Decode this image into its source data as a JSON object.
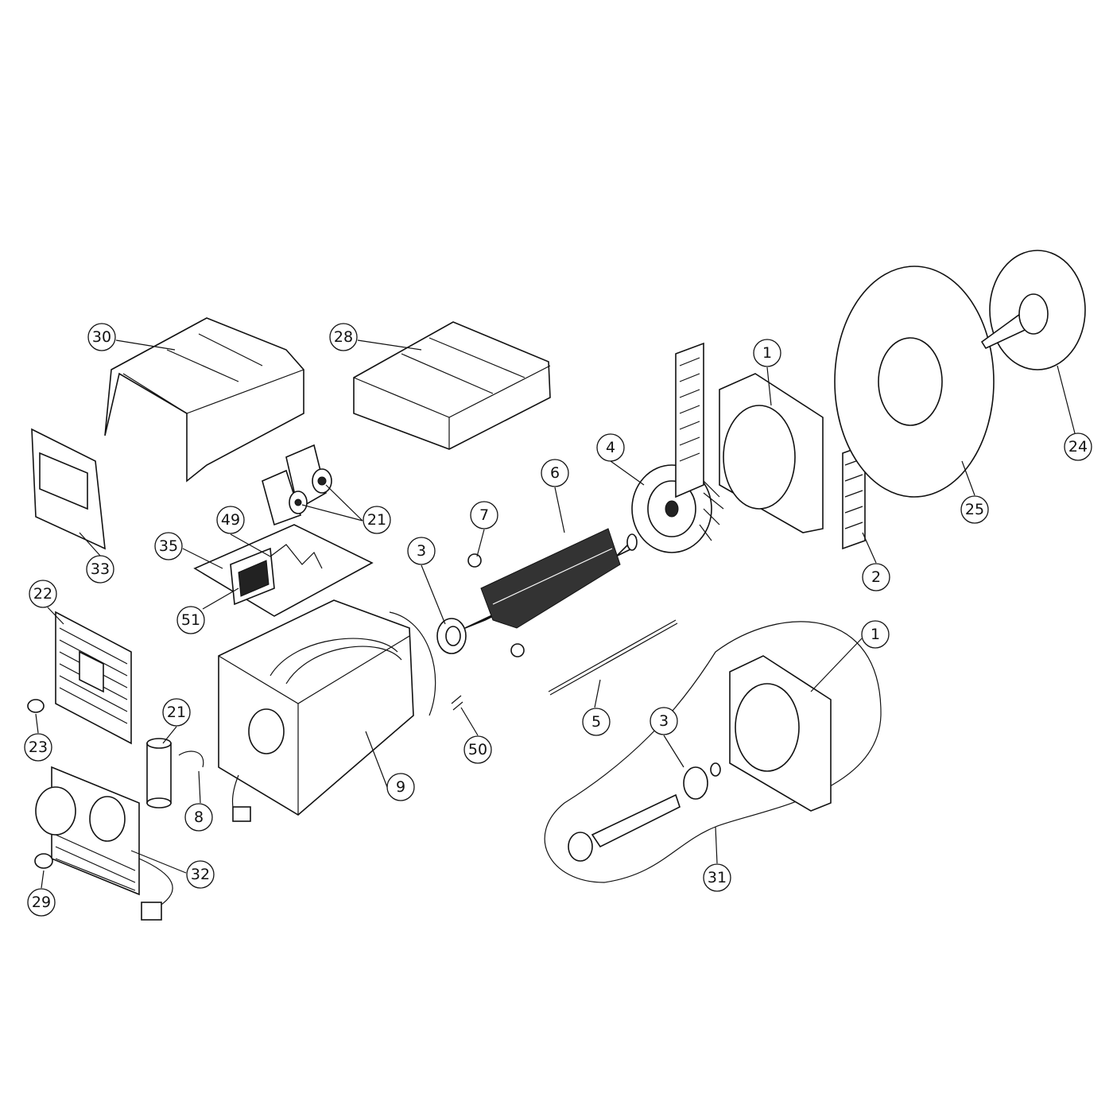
{
  "diagram": {
    "type": "exploded-parts-view",
    "callouts": [
      "30",
      "28",
      "1",
      "24",
      "4",
      "6",
      "7",
      "21",
      "25",
      "33",
      "49",
      "35",
      "3",
      "2",
      "22",
      "51",
      "1",
      "5",
      "3",
      "23",
      "21",
      "50",
      "9",
      "8",
      "32",
      "31",
      "29"
    ]
  },
  "colors": {
    "line": "#111111",
    "background": "#ffffff"
  }
}
